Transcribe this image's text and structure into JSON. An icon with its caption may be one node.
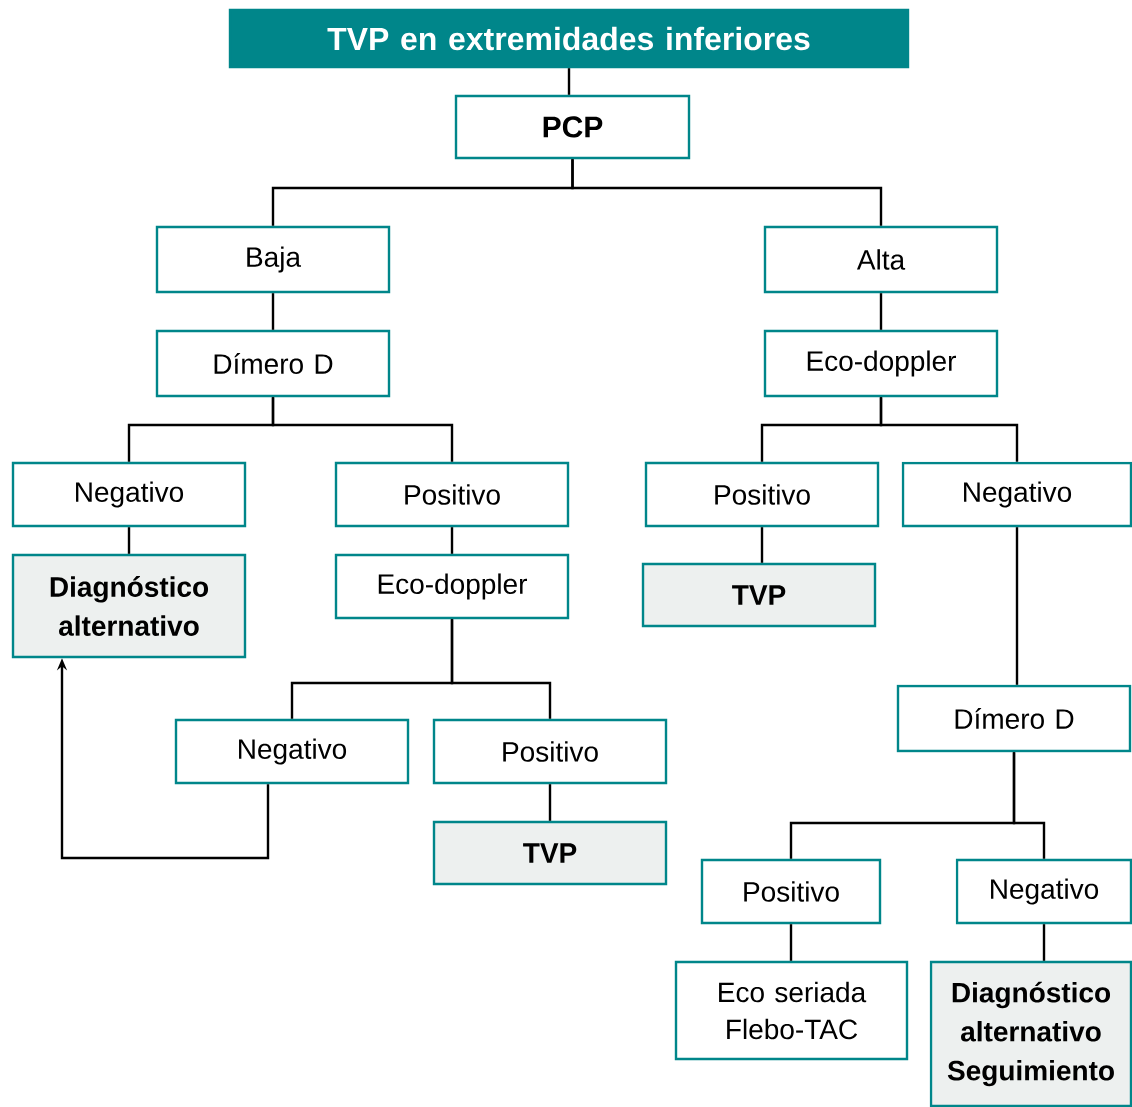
{
  "diagram": {
    "nodes": [
      {
        "text": [
          "TVP en extremidades inferiores"
        ]
      },
      {
        "text": [
          "PCP"
        ]
      },
      {
        "text": [
          "Baja"
        ]
      },
      {
        "text": [
          "Alta"
        ]
      },
      {
        "text": [
          "Dímero D"
        ]
      },
      {
        "text": [
          "Eco-doppler"
        ]
      },
      {
        "text": [
          "Negativo"
        ]
      },
      {
        "text": [
          "Positivo"
        ]
      },
      {
        "text": [
          "Positivo"
        ]
      },
      {
        "text": [
          "Negativo"
        ]
      },
      {
        "text": [
          "Diagnóstico alternativo"
        ]
      },
      {
        "text": [
          "Eco-doppler"
        ]
      },
      {
        "text": [
          "TVP"
        ]
      },
      {
        "text": [
          "Negativo"
        ]
      },
      {
        "text": [
          "Positivo"
        ]
      },
      {
        "text": [
          "Dímero D"
        ]
      },
      {
        "text": [
          "TVP"
        ]
      },
      {
        "text": [
          "Positivo"
        ]
      },
      {
        "text": [
          "Negativo"
        ]
      },
      {
        "text": [
          "Eco seriada Flebo-TAC"
        ]
      },
      {
        "text": [
          "Diagnóstico alternativo Seguimiento"
        ]
      }
    ],
    "edges": [
      {
        "from": 0,
        "to": 1,
        "arrow": "none"
      },
      {
        "from": 1,
        "to": 2,
        "arrow": "none"
      },
      {
        "from": 1,
        "to": 3,
        "arrow": "none"
      },
      {
        "from": 2,
        "to": 4,
        "arrow": "none"
      },
      {
        "from": 3,
        "to": 5,
        "arrow": "none"
      },
      {
        "from": 4,
        "to": 6,
        "arrow": "none"
      },
      {
        "from": 4,
        "to": 7,
        "arrow": "none"
      },
      {
        "from": 5,
        "to": 8,
        "arrow": "none"
      },
      {
        "from": 5,
        "to": 9,
        "arrow": "none"
      },
      {
        "from": 6,
        "to": 10,
        "arrow": "none"
      },
      {
        "from": 7,
        "to": 11,
        "arrow": "none"
      },
      {
        "from": 8,
        "to": 12,
        "arrow": "none"
      },
      {
        "from": 9,
        "to": 15,
        "arrow": "none"
      },
      {
        "from": 11,
        "to": 13,
        "arrow": "none"
      },
      {
        "from": 11,
        "to": 14,
        "arrow": "none"
      },
      {
        "from": 14,
        "to": 16,
        "arrow": "none"
      },
      {
        "from": 13,
        "to": 10,
        "arrow": "to"
      },
      {
        "from": 15,
        "to": 17,
        "arrow": "none"
      },
      {
        "from": 15,
        "to": 18,
        "arrow": "none"
      },
      {
        "from": 17,
        "to": 19,
        "arrow": "none"
      },
      {
        "from": 18,
        "to": 20,
        "arrow": "none"
      }
    ]
  }
}
